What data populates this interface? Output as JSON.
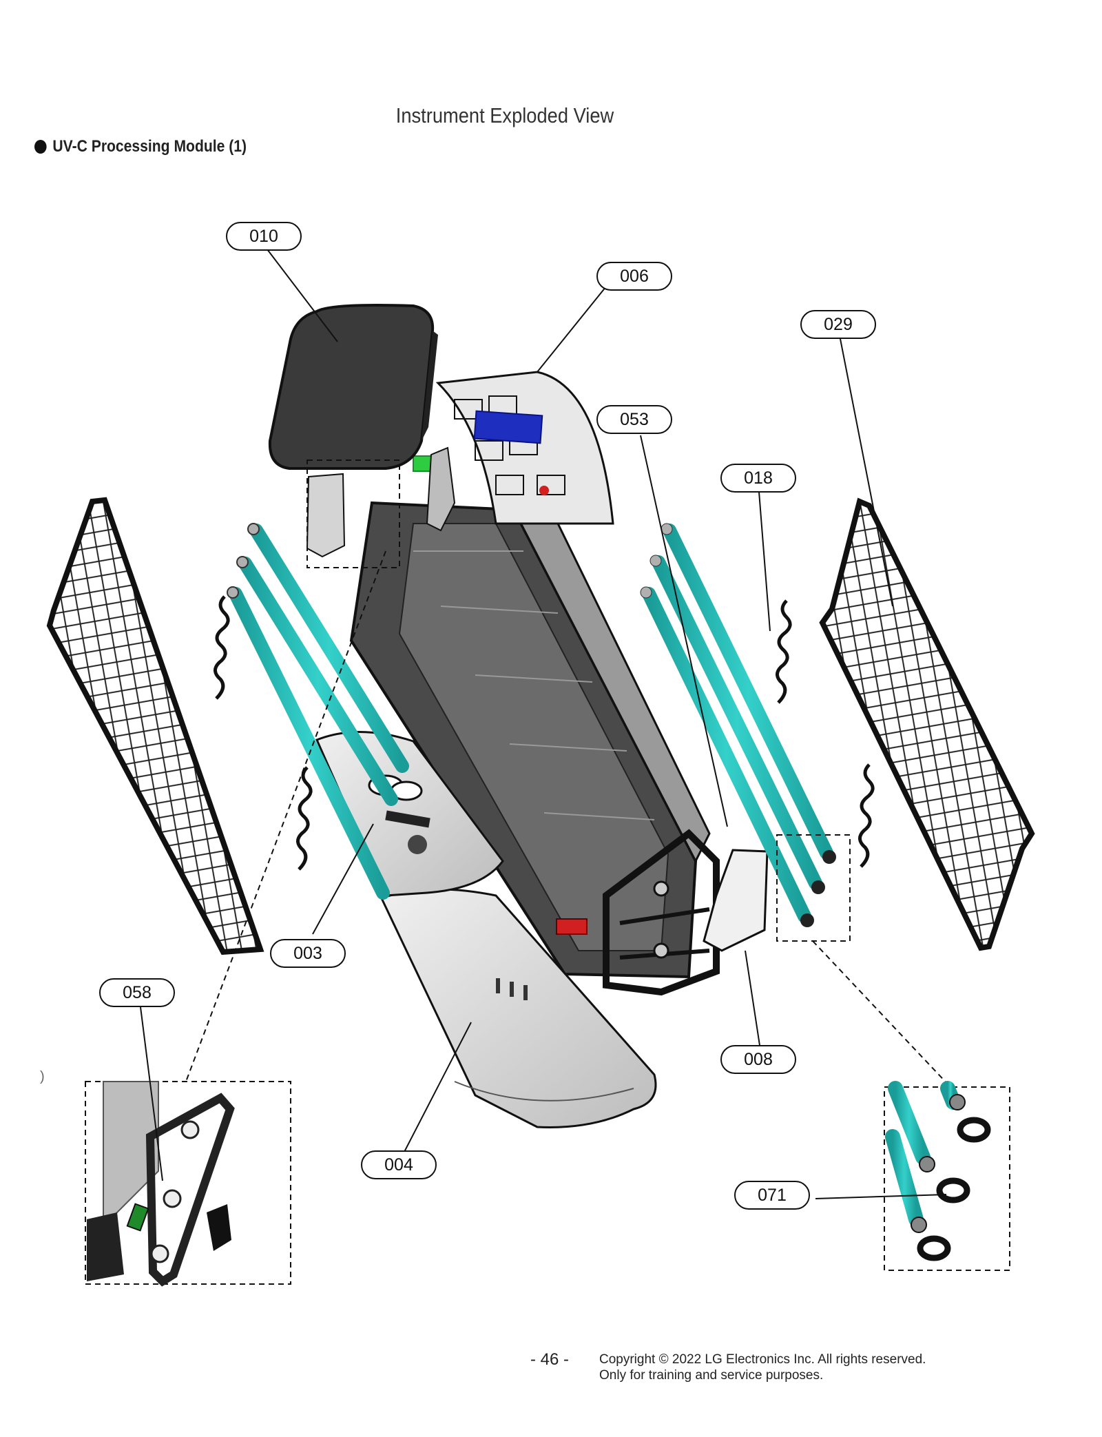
{
  "header": {
    "title": "Instrument Exploded View",
    "section": "UV-C Processing Module (1)"
  },
  "callouts": {
    "c010": "010",
    "c006": "006",
    "c029": "029",
    "c053": "053",
    "c018": "018",
    "c003": "003",
    "c058": "058",
    "c008": "008",
    "c004": "004",
    "c071": "071"
  },
  "footer": {
    "page_number": "- 46 -",
    "copyright_line1": "Copyright © 2022 LG Electronics Inc. All rights reserved.",
    "copyright_line2": "Only for training and service purposes."
  },
  "stray_mark": ")",
  "colors": {
    "uv_lamp": "#22b5b0",
    "cover_dark": "#3a3a3a",
    "housing": "#d8d8d8",
    "board_blue": "#1e2fc0",
    "indicator_green": "#2ecc40",
    "accent_red": "#d22020"
  }
}
